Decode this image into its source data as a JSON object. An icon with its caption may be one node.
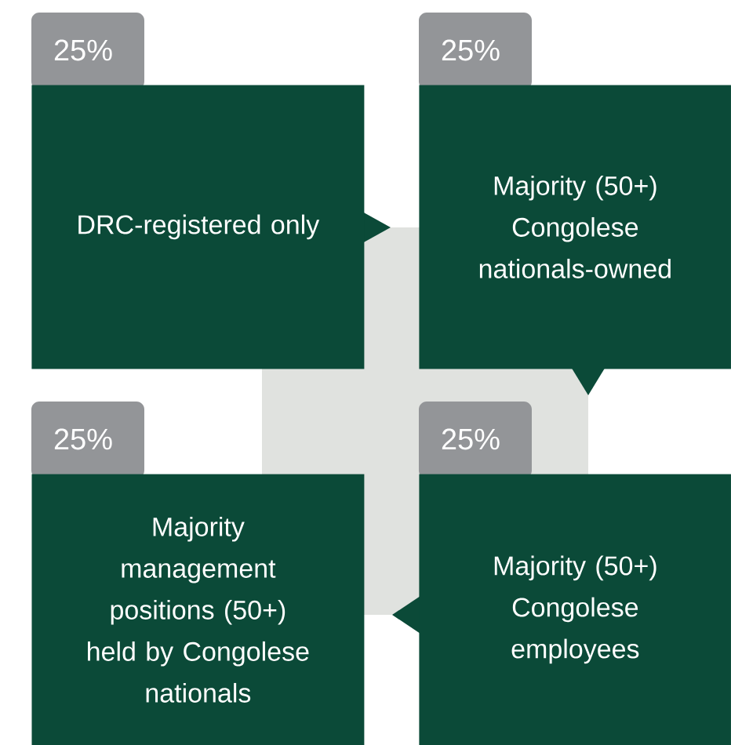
{
  "diagram": {
    "nodes": [
      {
        "text": [
          "25%",
          "DRC-registered only"
        ]
      },
      {
        "text": [
          "25%",
          "Majority (50+) Congolese nationals-owned"
        ]
      },
      {
        "text": [
          "25%",
          "Majority management positions (50+) held by Congolese nationals"
        ]
      },
      {
        "text": [
          "25%",
          "Majority (50+) Congolese employees"
        ]
      }
    ]
  }
}
